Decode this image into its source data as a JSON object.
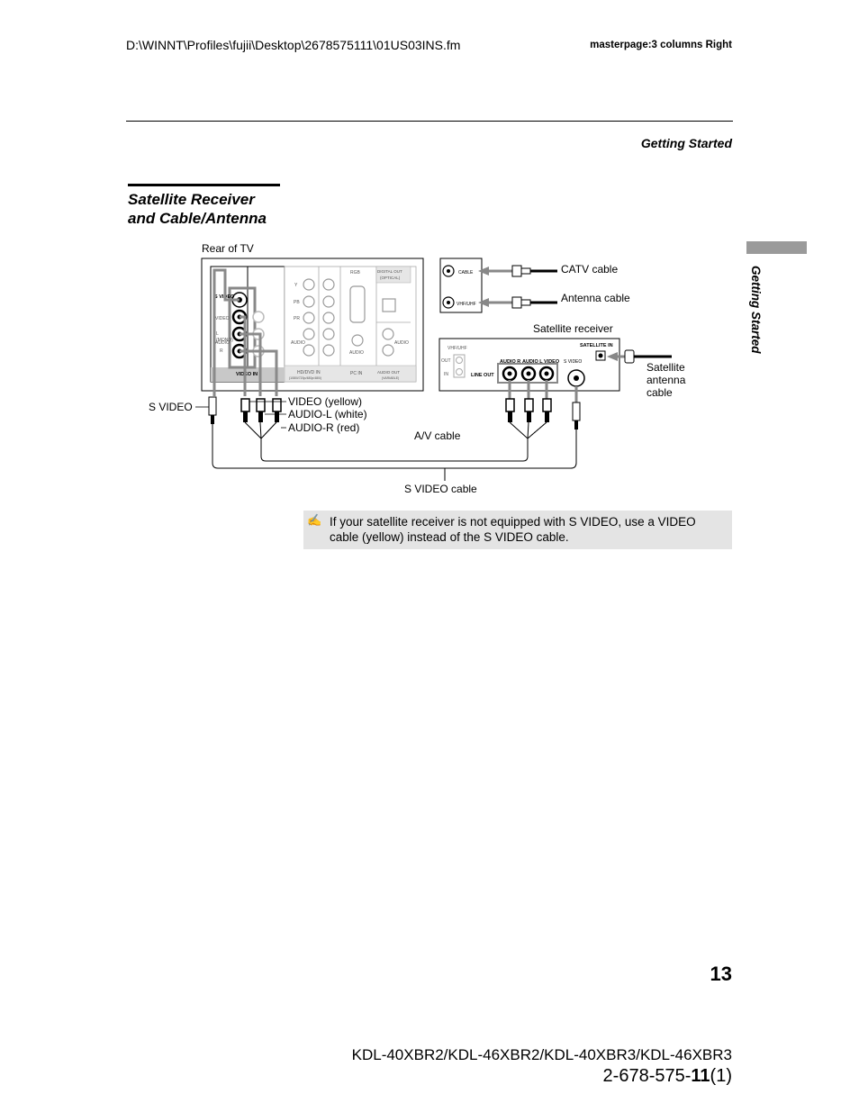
{
  "header": {
    "file_path": "D:\\WINNT\\Profiles\\fujii\\Desktop\\2678575111\\01US03INS.fm",
    "masterpage": "masterpage:3 columns Right",
    "section": "Getting Started"
  },
  "heading": {
    "line1": "Satellite Receiver",
    "line2": "and Cable/Antenna"
  },
  "side_tab": {
    "label": "Getting Started"
  },
  "diagram": {
    "labels": {
      "rear_of_tv": "Rear of TV",
      "catv_cable": "CATV cable",
      "antenna_cable": "Antenna cable",
      "satellite_receiver": "Satellite receiver",
      "satellite_antenna_1": "Satellite",
      "satellite_antenna_2": "antenna",
      "satellite_antenna_3": "cable",
      "s_video_left": "S VIDEO",
      "video_yellow": "VIDEO (yellow)",
      "audio_l_white": "AUDIO-L (white)",
      "audio_r_red": "AUDIO-R (red)",
      "av_cable": "A/V cable",
      "s_video_cable": "S VIDEO cable"
    },
    "tv_panel": {
      "s_video": "S VIDEO",
      "video": "VIDEO",
      "mono": "(MONO)",
      "audio": "AUDIO",
      "l": "L",
      "r": "R",
      "video_in": "VIDEO IN",
      "y": "Y",
      "pb": "PB",
      "pr": "PR",
      "hd_dvd_in": "HD/DVD IN",
      "hd_dvd_sub": "(1080i/720p/480p/480i)",
      "rgb": "RGB",
      "pc_in": "PC IN",
      "digital_out": "DIGITAL OUT",
      "optical": "(OPTICAL)",
      "audio_out": "AUDIO OUT",
      "variable": "(VARIABLE)"
    },
    "antenna_panel": {
      "cable": "CABLE",
      "vhf_uhf": "VHF/UHF"
    },
    "receiver_panel": {
      "vhf_uhf": "VHF/UHF",
      "out": "OUT",
      "in": "IN",
      "line_out": "LINE OUT",
      "audio_r": "AUDIO R",
      "audio_l": "AUDIO L",
      "video": "VIDEO",
      "s_video": "S VIDEO",
      "satellite_in": "SATELLITE IN"
    }
  },
  "note": {
    "icon": "note-pencil-icon",
    "line1": "If your satellite receiver is not equipped with S VIDEO, use a VIDEO",
    "line2": "cable (yellow) instead of the S VIDEO cable."
  },
  "footer": {
    "page_number": "13",
    "models": "KDL-40XBR2/KDL-46XBR2/KDL-40XBR3/KDL-46XBR3",
    "code_prefix": "2-678-575-",
    "code_bold": "11",
    "code_suffix": "(1)"
  }
}
